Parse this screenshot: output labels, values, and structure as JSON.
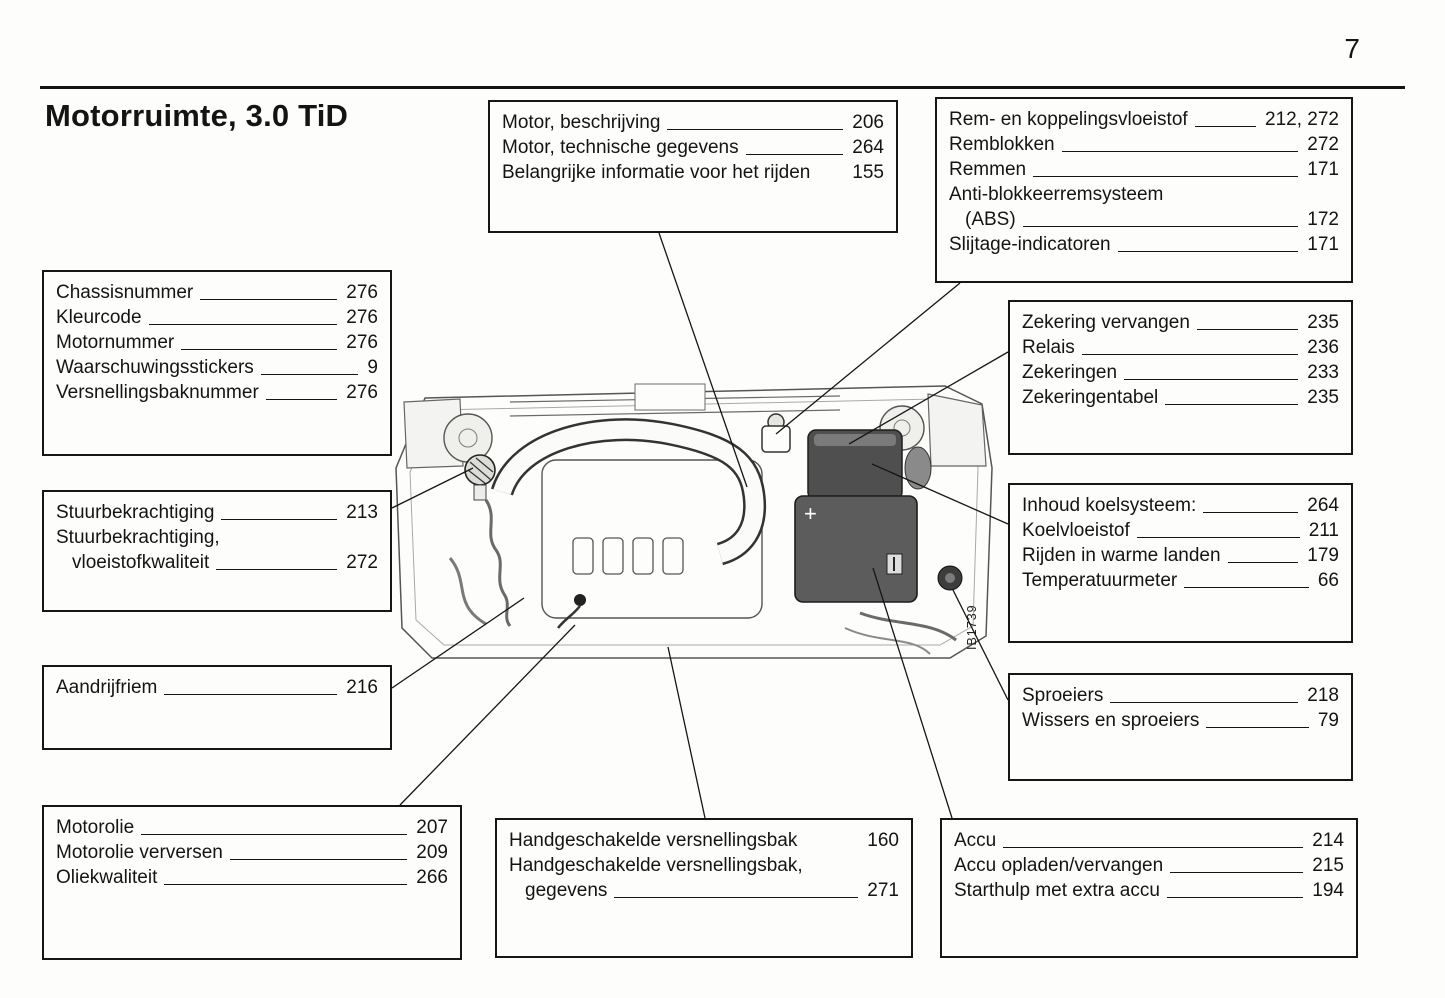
{
  "page": {
    "number": "7",
    "title": "Motorruimte, 3.0 TiD",
    "figure_code": "IB1739"
  },
  "colors": {
    "ink": "#141414",
    "paper": "#fdfdfb"
  },
  "boxes": [
    {
      "name": "motor-index",
      "rows": [
        {
          "label": "Motor, beschrijving",
          "leader": true,
          "page": "206"
        },
        {
          "label": "Motor, technische gegevens",
          "leader": true,
          "page": "264"
        },
        {
          "label": "Belangrijke informatie voor het rijden",
          "leader": false,
          "page": "155"
        }
      ]
    },
    {
      "name": "remmen-index",
      "rows": [
        {
          "label": "Rem- en koppelingsvloeistof",
          "leader": true,
          "page": "212, 272"
        },
        {
          "label": "Remblokken",
          "leader": true,
          "page": "272"
        },
        {
          "label": "Remmen",
          "leader": true,
          "page": "171"
        },
        {
          "label": "Anti-blokkeerremsysteem"
        },
        {
          "label": "(ABS)",
          "indent": true,
          "leader": true,
          "page": "172"
        },
        {
          "label": "Slijtage-indicatoren",
          "leader": true,
          "page": "171"
        }
      ]
    },
    {
      "name": "identificatie-index",
      "rows": [
        {
          "label": "Chassisnummer",
          "leader": true,
          "page": "276"
        },
        {
          "label": "Kleurcode",
          "leader": true,
          "page": "276"
        },
        {
          "label": "Motornummer",
          "leader": true,
          "page": "276"
        },
        {
          "label": "Waarschuwingsstickers",
          "leader": true,
          "page": "9"
        },
        {
          "label": "Versnellingsbaknummer",
          "leader": true,
          "page": "276"
        }
      ]
    },
    {
      "name": "zekeringen-index",
      "rows": [
        {
          "label": "Zekering vervangen",
          "leader": true,
          "page": "235"
        },
        {
          "label": "Relais",
          "leader": true,
          "page": "236"
        },
        {
          "label": "Zekeringen",
          "leader": true,
          "page": "233"
        },
        {
          "label": "Zekeringentabel",
          "leader": true,
          "page": "235"
        }
      ]
    },
    {
      "name": "stuurbekrachtiging-index",
      "rows": [
        {
          "label": "Stuurbekrachtiging",
          "leader": true,
          "page": "213"
        },
        {
          "label": "Stuurbekrachtiging,"
        },
        {
          "label": "vloeistofkwaliteit",
          "indent": true,
          "leader": true,
          "page": "272"
        }
      ]
    },
    {
      "name": "koelsysteem-index",
      "rows": [
        {
          "label": "Inhoud koelsysteem:",
          "leader": true,
          "page": "264"
        },
        {
          "label": "Koelvloeistof",
          "leader": true,
          "page": "211"
        },
        {
          "label": "Rijden in warme landen",
          "leader": true,
          "page": "179"
        },
        {
          "label": "Temperatuurmeter",
          "leader": true,
          "page": "66"
        }
      ]
    },
    {
      "name": "aandrijfriem-index",
      "rows": [
        {
          "label": "Aandrijfriem",
          "leader": true,
          "page": "216"
        }
      ]
    },
    {
      "name": "sproeiers-index",
      "rows": [
        {
          "label": "Sproeiers",
          "leader": true,
          "page": "218"
        },
        {
          "label": "Wissers en sproeiers",
          "leader": true,
          "page": "79"
        }
      ]
    },
    {
      "name": "motorolie-index",
      "rows": [
        {
          "label": "Motorolie",
          "leader": true,
          "page": "207"
        },
        {
          "label": "Motorolie verversen",
          "leader": true,
          "page": "209"
        },
        {
          "label": "Oliekwaliteit",
          "leader": true,
          "page": "266"
        }
      ]
    },
    {
      "name": "versnellingsbak-index",
      "rows": [
        {
          "label": "Handgeschakelde versnellingsbak",
          "leader": false,
          "page": "160"
        },
        {
          "label": "Handgeschakelde versnellingsbak,"
        },
        {
          "label": "gegevens",
          "indent": true,
          "leader": true,
          "page": "271"
        }
      ]
    },
    {
      "name": "accu-index",
      "rows": [
        {
          "label": "Accu",
          "leader": true,
          "page": "214"
        },
        {
          "label": "Accu opladen/vervangen",
          "leader": true,
          "page": "215"
        },
        {
          "label": "Starthulp met extra accu",
          "leader": true,
          "page": "194"
        }
      ]
    }
  ]
}
